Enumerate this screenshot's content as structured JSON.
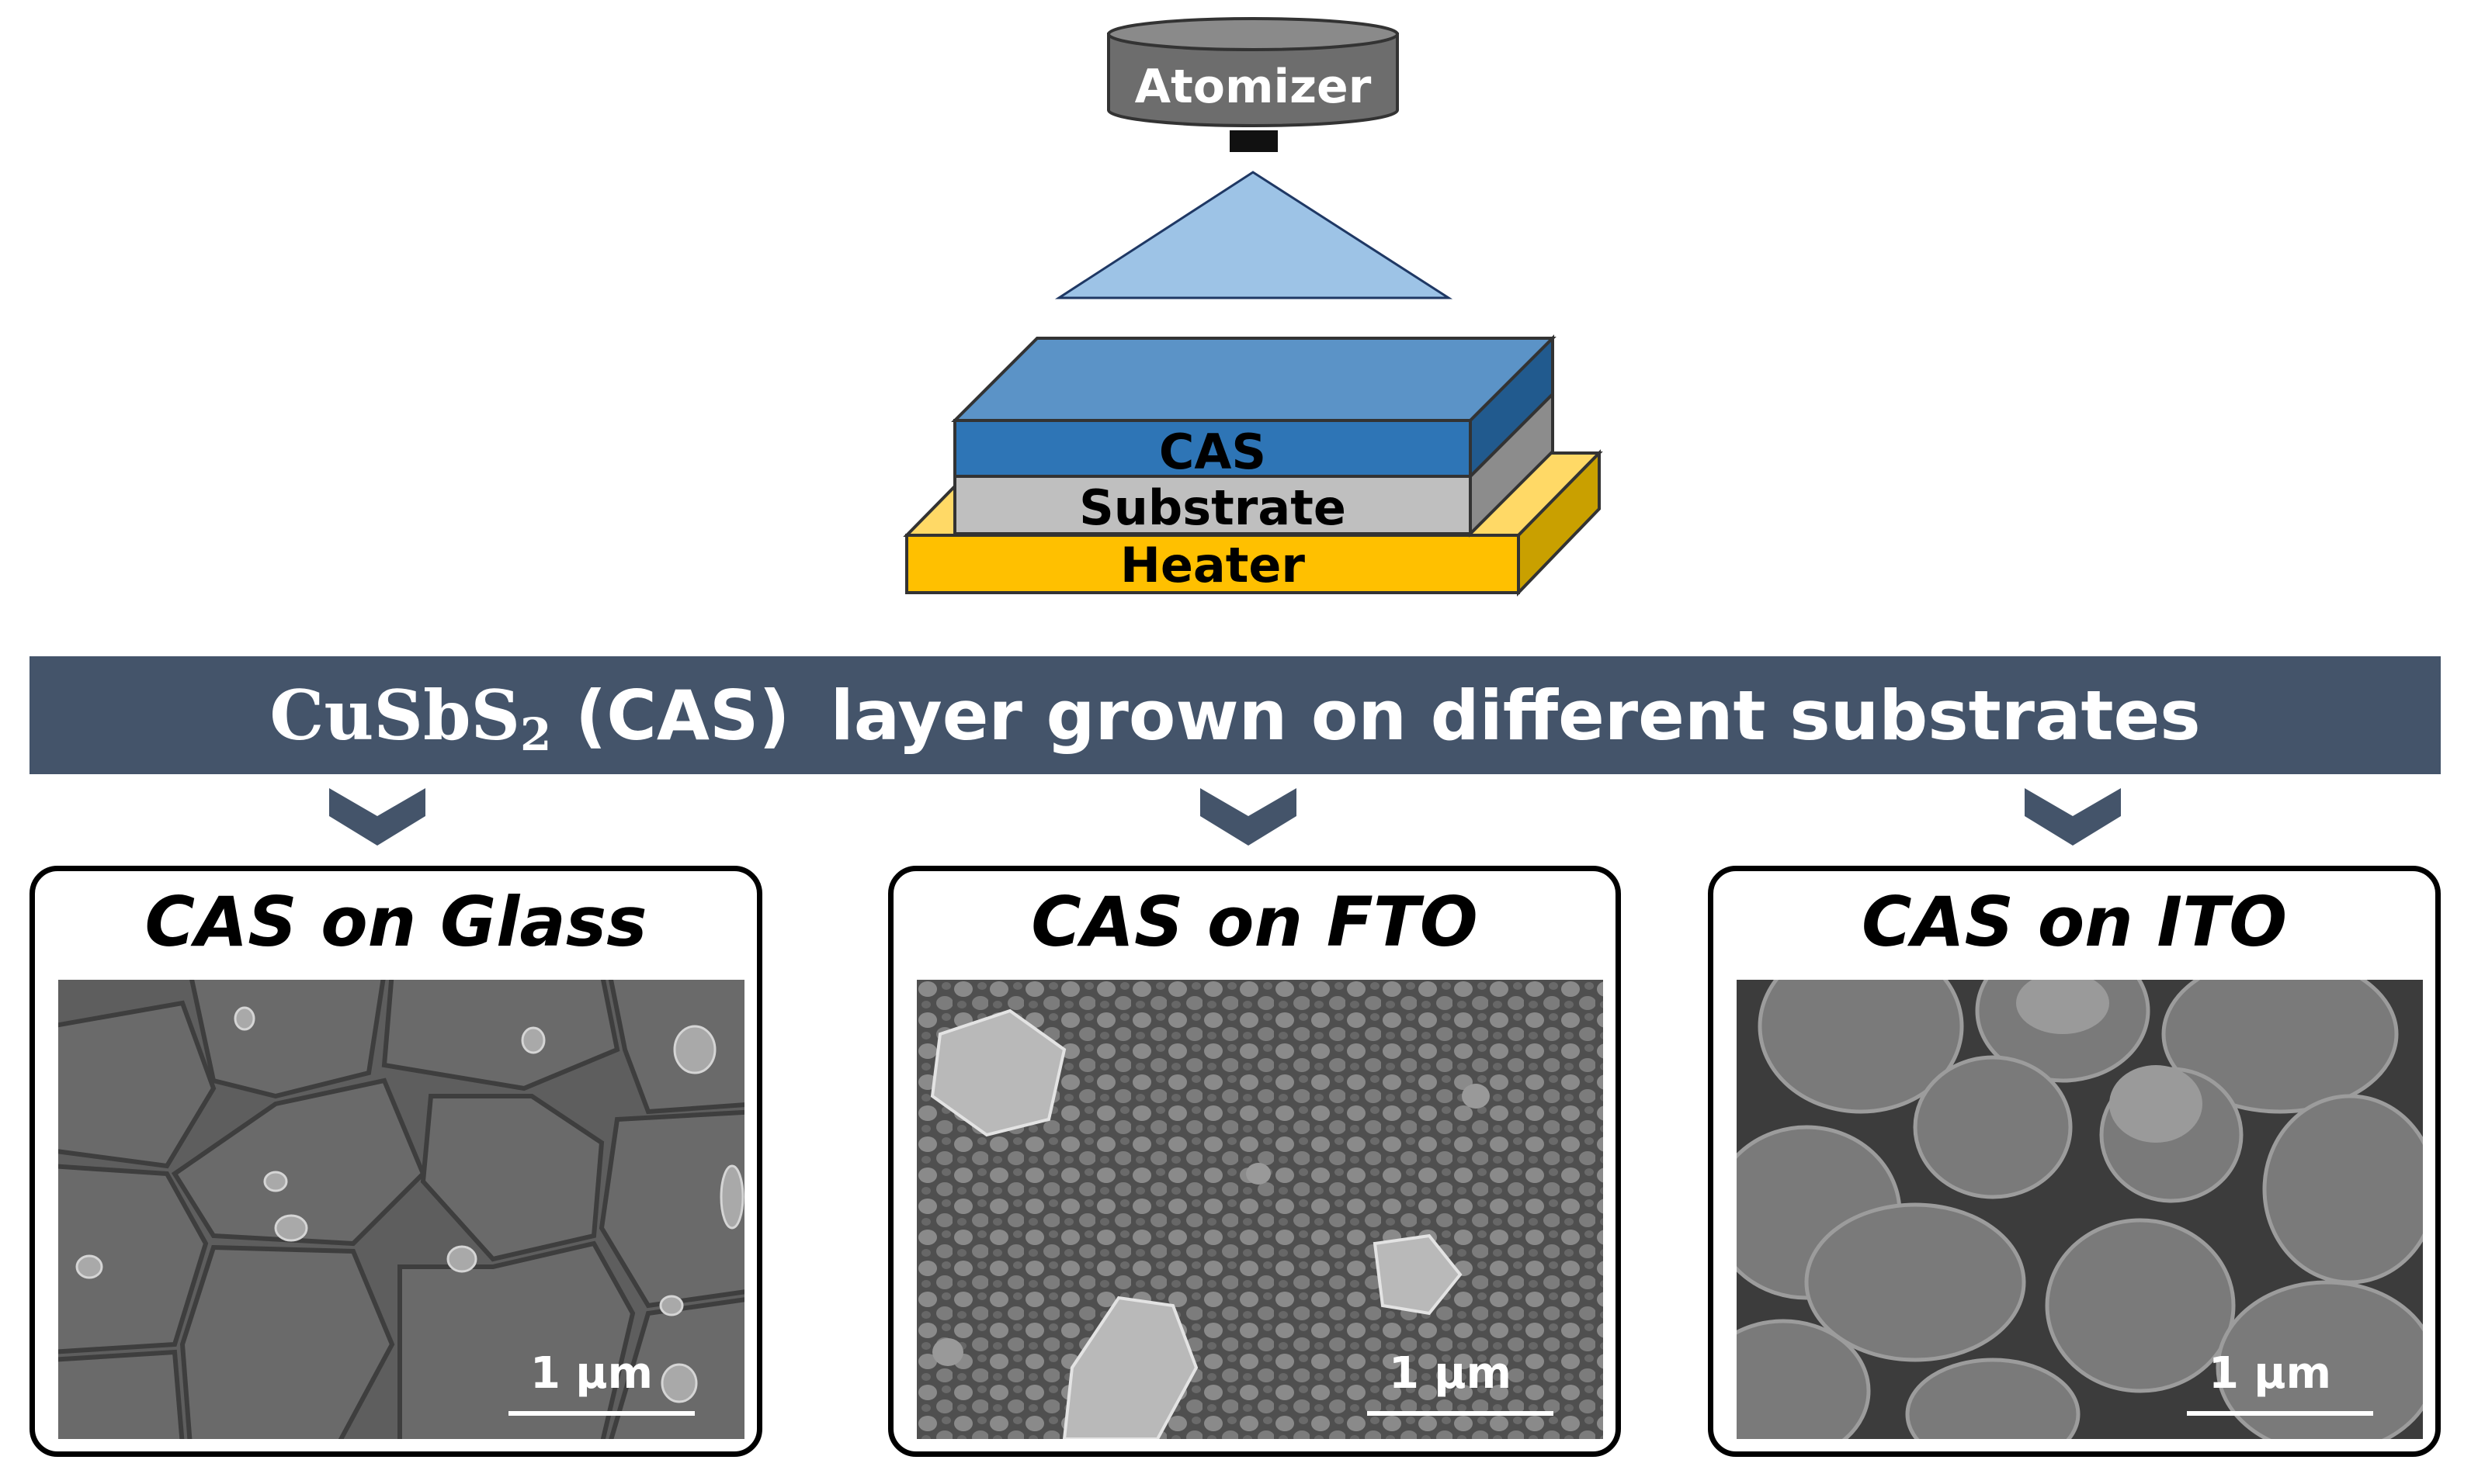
{
  "diagram": {
    "atomizer_label": "Atomizer",
    "layers": {
      "cas": "CAS",
      "substrate": "Substrate",
      "heater": "Heater"
    },
    "banner": {
      "formula_main": "CuSbS",
      "formula_sub": "2",
      "abbrev": "(CAS)",
      "text": "layer grown on different substrates"
    },
    "panels": [
      {
        "title": "CAS on Glass",
        "scale_bar": "1 μm"
      },
      {
        "title": "CAS on FTO",
        "scale_bar": "1 μm"
      },
      {
        "title": "CAS on ITO",
        "scale_bar": "1 μm"
      }
    ],
    "colors": {
      "banner": "#44546a",
      "atomizer": "#6d6d6d",
      "spray": "#9dc3e6",
      "cas_layer": "#2e75b6",
      "substrate_layer": "#bfbfbf",
      "heater_layer": "#ffc000"
    }
  }
}
